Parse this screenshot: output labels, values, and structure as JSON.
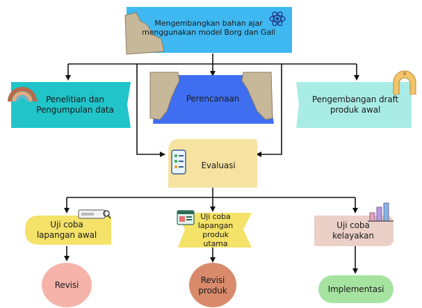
{
  "colors": {
    "top": "#3fb8f2",
    "penelitian": "#20c4c9",
    "perencanaan": "#3f6ff0",
    "pengembangan": "#a9ece6",
    "evaluasi": "#f6e3a1",
    "uji_awal": "#f4e269",
    "uji_utama": "#f4e269",
    "uji_kelayakan": "#ebd0c8",
    "revisi": "#f5b3a9",
    "revisi_produk": "#d98a6b",
    "implementasi": "#a6e3a1",
    "line": "#111111"
  },
  "nodes": {
    "top": "Mengembangkan bahan ajar\nmenggunakan  model Borg dan Gall",
    "penelitian": "Penelitian dan\nPengumpulan data",
    "perencanaan": "Perencanaan",
    "pengembangan": "Pengembangan draft\nproduk awal",
    "evaluasi": "Evaluasi",
    "uji_awal": "Uji coba\nlapangan awal",
    "uji_utama": "Uji coba\nlapangan\nproduk utama",
    "uji_kelayakan": "Uji coba\nkelayakan",
    "revisi": "Revisi",
    "revisi_produk": "Revisi\nproduk",
    "implementasi": "Implementasi"
  },
  "icons": {
    "top": "atom-icon",
    "penelitian": "rainbow-arch-icon",
    "pengembangan": "arch-gate-icon",
    "evaluasi": "phone-checklist-icon",
    "uji_awal": "search-bar-icon",
    "uji_utama": "browser-window-icon",
    "uji_kelayakan": "bar-chart-icon"
  }
}
